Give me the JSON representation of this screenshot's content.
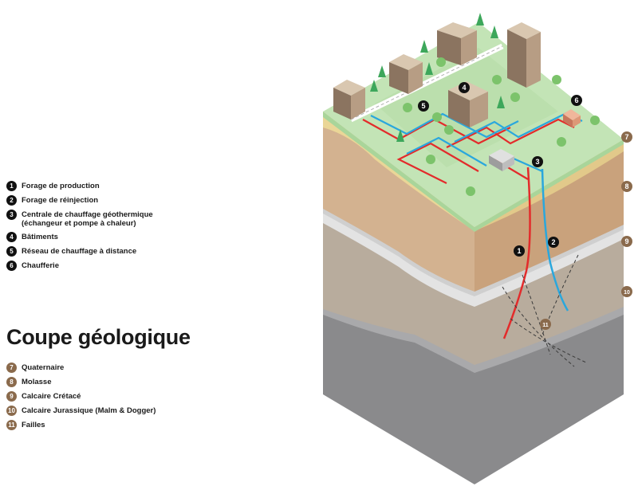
{
  "infrastructure_legend": [
    {
      "num": "1",
      "label": "Forage de production"
    },
    {
      "num": "2",
      "label": "Forage de réinjection"
    },
    {
      "num": "3",
      "label": "Centrale de chauffage géothermique\n(échangeur et pompe à chaleur)"
    },
    {
      "num": "4",
      "label": "Bâtiments"
    },
    {
      "num": "5",
      "label": "Réseau de chauffage à distance"
    },
    {
      "num": "6",
      "label": "Chaufferie"
    }
  ],
  "geology_title": "Coupe géologique",
  "geology_legend": [
    {
      "num": "7",
      "label": "Quaternaire"
    },
    {
      "num": "8",
      "label": "Molasse"
    },
    {
      "num": "9",
      "label": "Calcaire Crétacé"
    },
    {
      "num": "10",
      "label": "Calcaire Jurassique (Malm & Dogger)"
    },
    {
      "num": "11",
      "label": "Failles"
    }
  ],
  "colors": {
    "marker_dark": "#111111",
    "marker_brown": "#8a6a4c",
    "production_pipe": "#e32b2b",
    "reinjection_pipe": "#2aa7dd",
    "grass": "#bfe2b3",
    "quaternaire": "#e9d596",
    "molasse": "#d2b08d",
    "cretace": "#d8d8d8",
    "jurassique": "#b7ab9c",
    "deep": "#8c8c8e"
  }
}
